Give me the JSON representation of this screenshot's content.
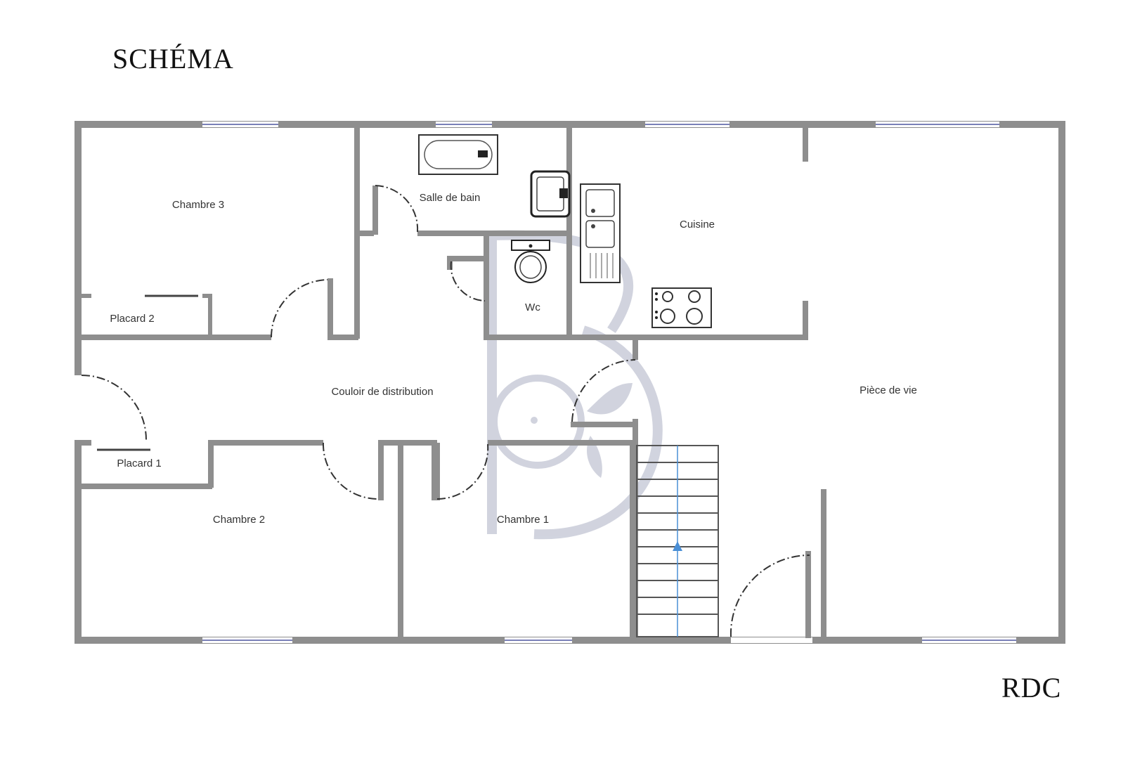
{
  "header": {
    "title": "SCHÉMA"
  },
  "footer": {
    "level": "RDC"
  },
  "rooms": {
    "chambre3": "Chambre 3",
    "placard2": "Placard 2",
    "salle_de_bain": "Salle de bain",
    "wc": "Wc",
    "cuisine": "Cuisine",
    "couloir": "Couloir de distribution",
    "piece_de_vie": "Pièce de vie",
    "placard1": "Placard 1",
    "chambre2": "Chambre 2",
    "chambre1": "Chambre 1"
  },
  "colors": {
    "wall": "#8e8e8e",
    "window": "#7a80b8",
    "stair_arrow": "#4a8fd6",
    "watermark": "#b8bccb"
  }
}
